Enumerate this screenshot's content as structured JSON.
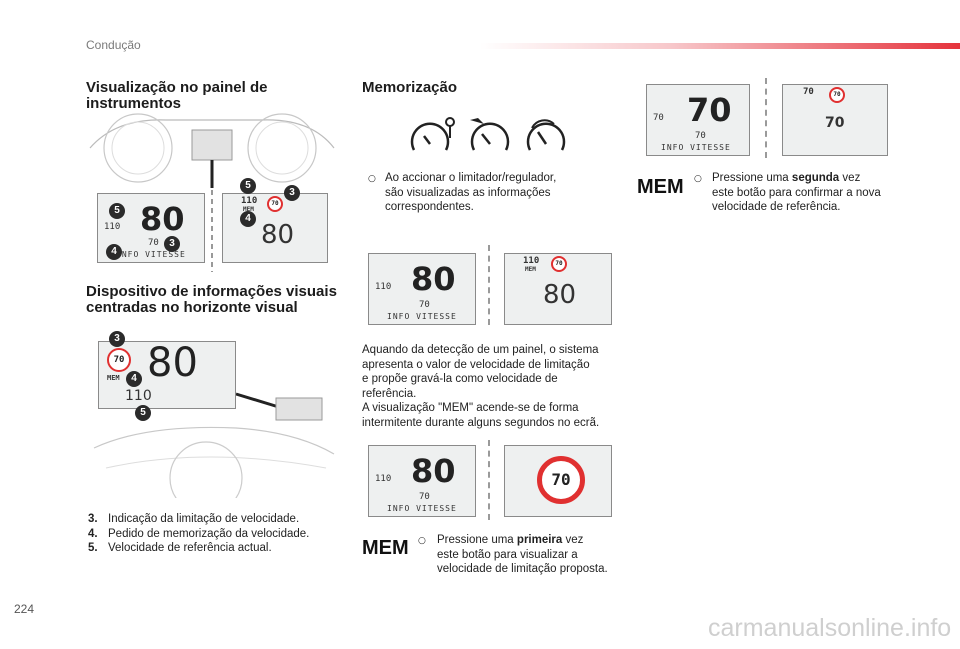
{
  "header": {
    "section": "Condução"
  },
  "page_number": "224",
  "watermark": "carmanualsonline.info",
  "left": {
    "title1": "Visualização no painel de",
    "title2": "instrumentos",
    "subtitle1": "Dispositivo de informações visuais",
    "subtitle2": "centradas no horizonte visual",
    "legend": [
      {
        "num": "3.",
        "text": "Indicação da limitação de velocidade."
      },
      {
        "num": "4.",
        "text": "Pedido de memorização da velocidade."
      },
      {
        "num": "5.",
        "text": "Velocidade de referência actual."
      }
    ]
  },
  "middle": {
    "title": "Memorização",
    "p1_line1": "Ao accionar o limitador/regulador,",
    "p1_line2": "são visualizadas as informações",
    "p1_line3": "correspondentes.",
    "p2_lines": [
      "Aquando da detecção de um painel, o sistema",
      "apresenta o valor de velocidade de limitação",
      "e propõe gravá-la como velocidade de",
      "referência.",
      "A visualização \"MEM\" acende-se de forma",
      "intermitente durante alguns segundos no ecrã."
    ],
    "mem_label": "MEM",
    "p3_pre": "Pressione uma",
    "p3_bold": "primeira",
    "p3_post": "vez",
    "p3_line2": "este botão para visualizar a",
    "p3_line3": "velocidade de limitação proposta."
  },
  "right": {
    "mem_label": "MEM",
    "p_pre": "Pressione uma",
    "p_bold": "segunda",
    "p_post": "vez",
    "p_line2": "este botão para confirmar a nova",
    "p_line3": "velocidade de referência."
  },
  "displays": {
    "cluster_speed": "80",
    "cluster_small": "110",
    "cluster_limit": "70",
    "info_vitesse": "INFO VITESSE",
    "mem": "MEM",
    "hud_speed": "80",
    "hud_sign": "70",
    "hud_ref": "110",
    "side_speed": "80",
    "side_ref": "110",
    "sign70": "70",
    "right_top_speed": "70",
    "right_top_small": "70",
    "right_side_ref": "70",
    "right_side_big": "70"
  },
  "callouts": {
    "n3": "3",
    "n4": "4",
    "n5": "5"
  },
  "icons": [
    "speedometer-icon",
    "limiter-icon",
    "regulator-icon"
  ]
}
